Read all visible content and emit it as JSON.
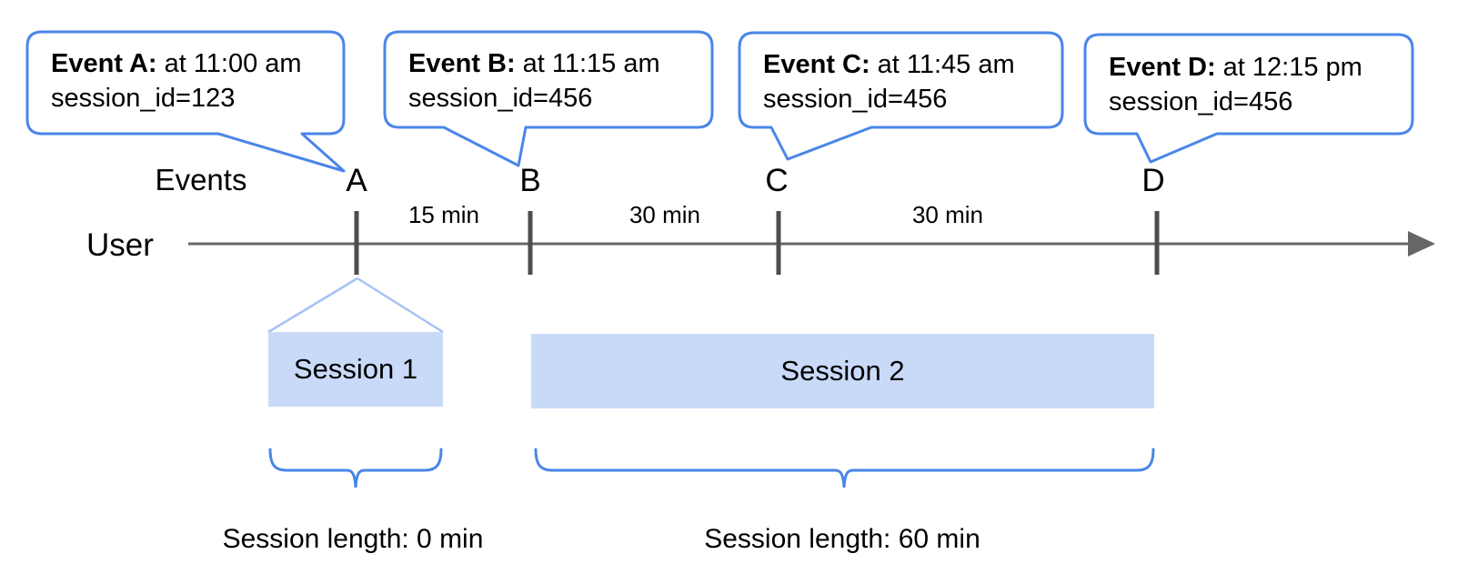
{
  "diagram": {
    "events_label": "Events",
    "user_label": "User",
    "letters": [
      "A",
      "B",
      "C",
      "D"
    ],
    "intervals": [
      "15 min",
      "30 min",
      "30 min"
    ],
    "callouts": [
      {
        "title": "Event A:",
        "detail": "at 11:00 am",
        "session_line": "session_id=123"
      },
      {
        "title": "Event B:",
        "detail": "at 11:15 am",
        "session_line": "session_id=456"
      },
      {
        "title": "Event C:",
        "detail": "at 11:45 am",
        "session_line": "session_id=456"
      },
      {
        "title": "Event D:",
        "detail": "at 12:15 pm",
        "session_line": "session_id=456"
      }
    ],
    "sessions": [
      {
        "label": "Session 1",
        "length": "Session length: 0 min"
      },
      {
        "label": "Session 2",
        "length": "Session length: 60 min"
      }
    ],
    "colors": {
      "callout_border": "#4a86e8",
      "brace": "#4a86e8",
      "funnel": "#a4c2f4",
      "session_fill": "#c9daf8",
      "axis_gray": "#666666",
      "tick_gray": "#4d4d4d",
      "text": "#000000"
    }
  }
}
